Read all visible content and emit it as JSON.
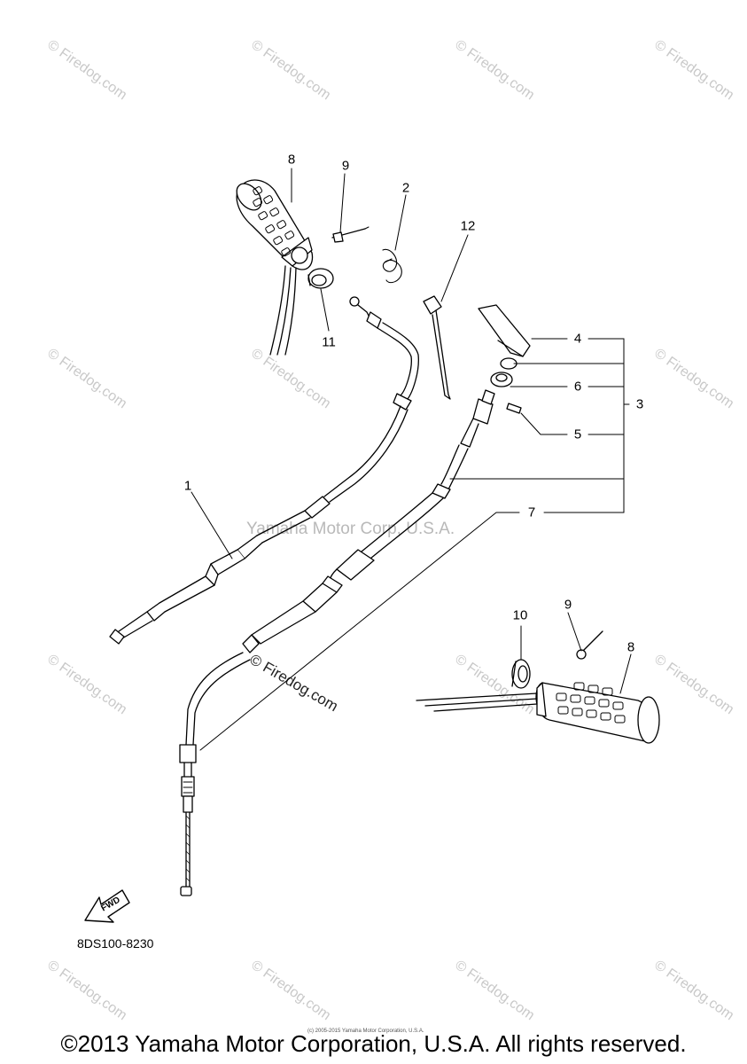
{
  "diagram": {
    "watermark_text": "© Firedog.com",
    "center_watermark": "Yamaha Motor Corp, U.S.A.",
    "fd_watermark": "© Firedog.com",
    "callouts": {
      "c1": "1",
      "c2": "2",
      "c3": "3",
      "c4": "4",
      "c5": "5",
      "c6": "6",
      "c7": "7",
      "c8a": "8",
      "c8b": "8",
      "c9a": "9",
      "c9b": "9",
      "c10": "10",
      "c11": "11",
      "c12": "12"
    },
    "fwd_label": "FWD",
    "part_code": "8DS100-8230",
    "tiny_copyright": "(c) 2005-2015 Yamaha Motor Corporation, U.S.A.",
    "copyright": "©2013 Yamaha Motor Corporation, U.S.A. All rights reserved."
  }
}
